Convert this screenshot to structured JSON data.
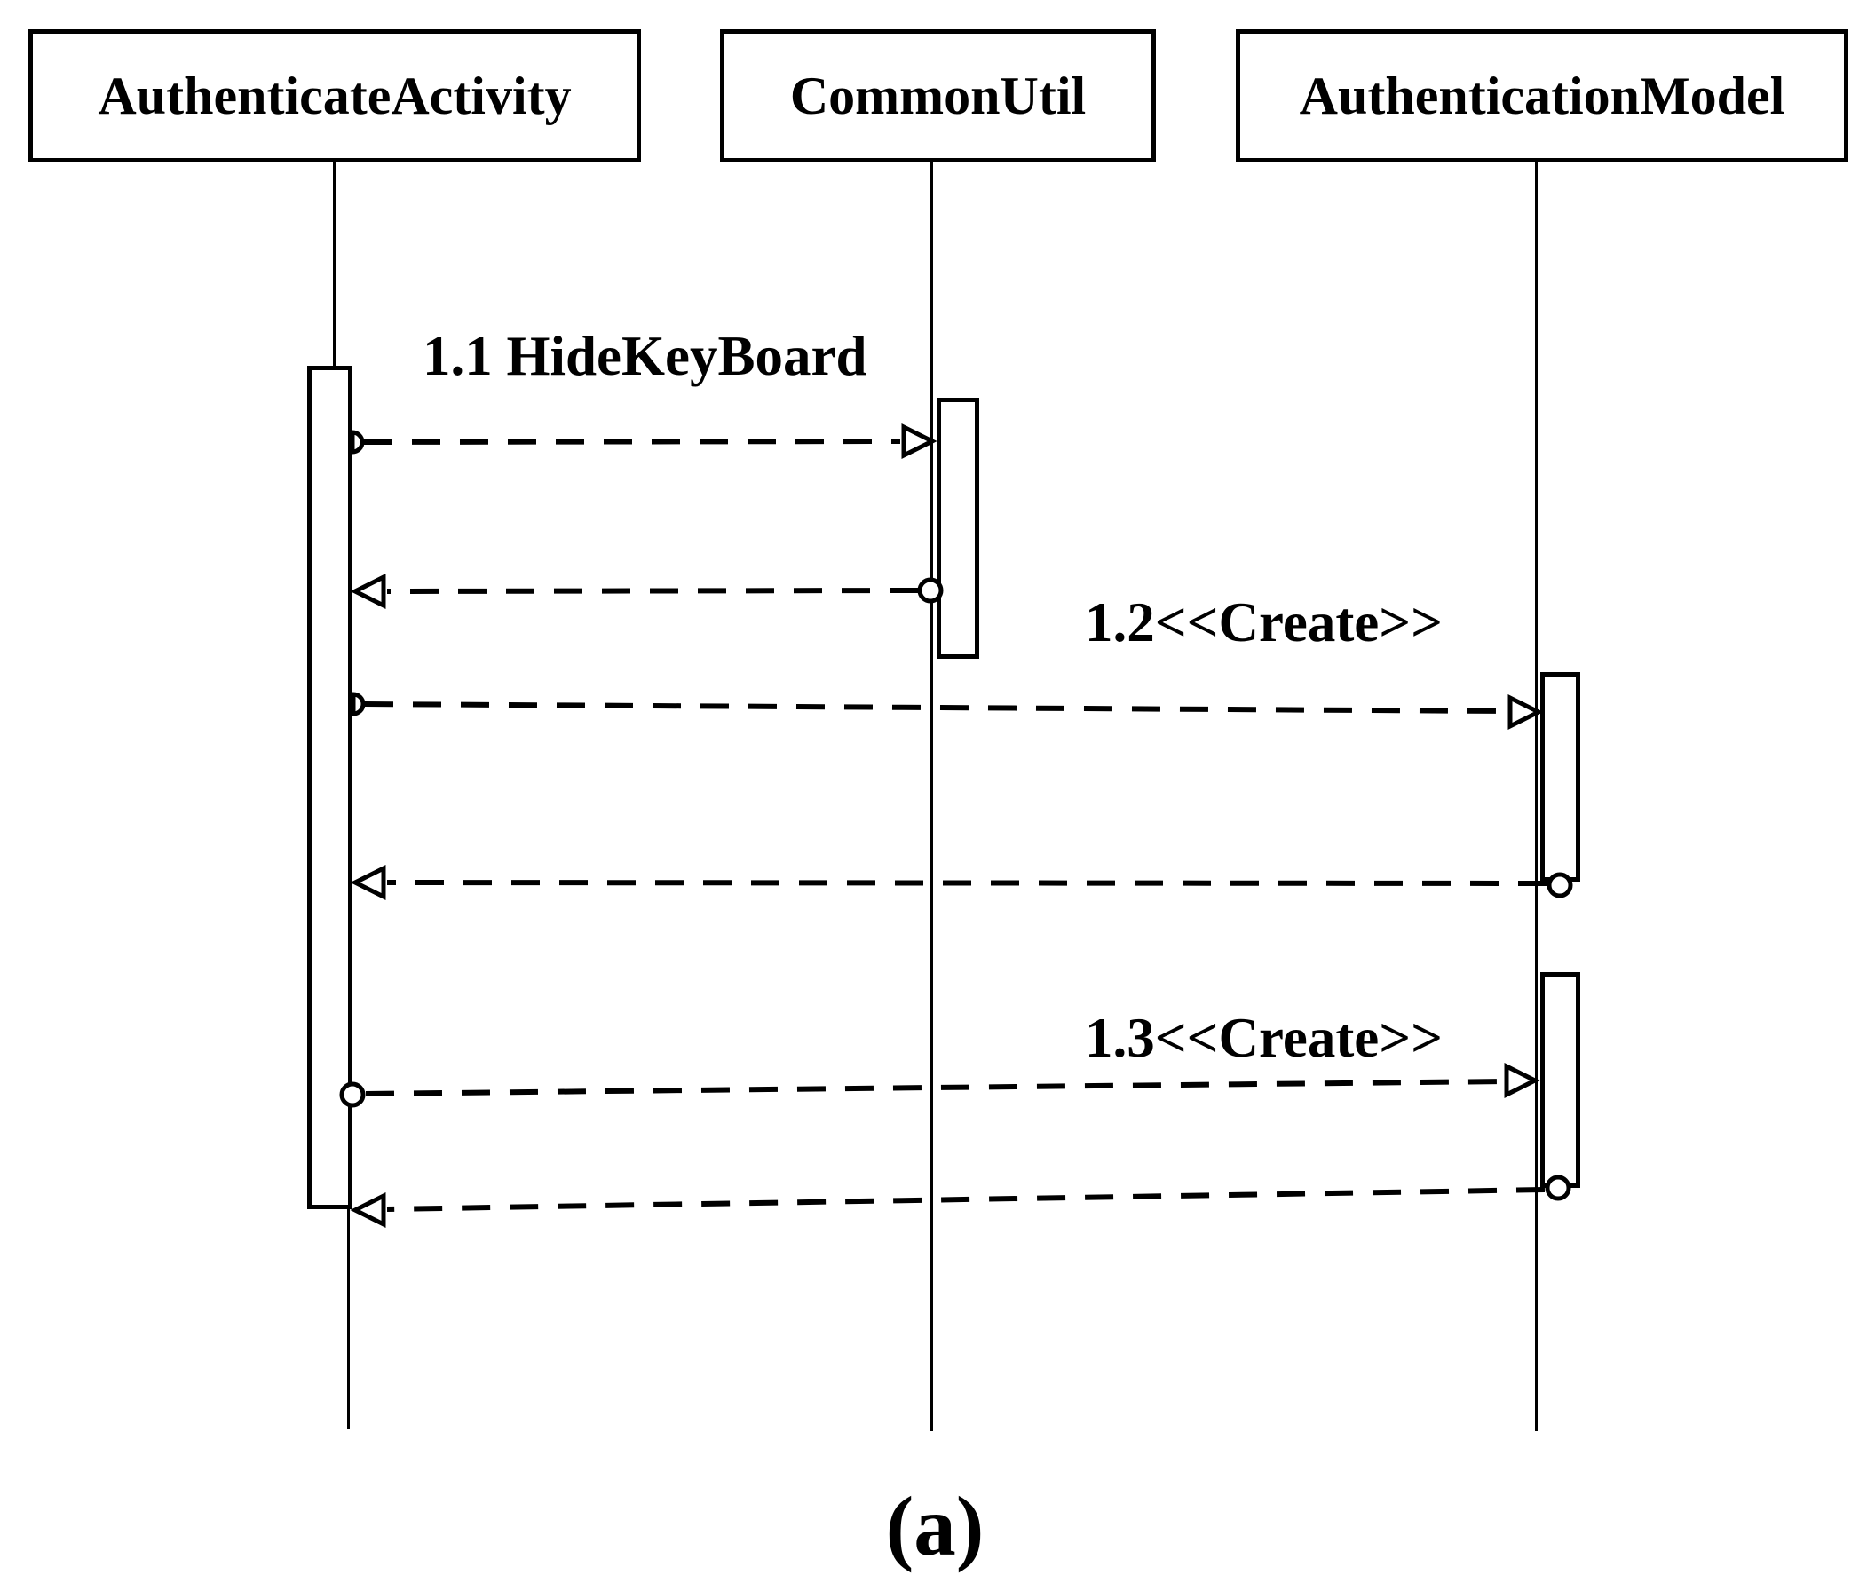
{
  "diagram": {
    "participants": [
      {
        "label": "AuthenticateActivity"
      },
      {
        "label": "CommonUtil"
      },
      {
        "label": "AuthenticationModel"
      }
    ],
    "messages": [
      {
        "label": "1.1 HideKeyBoard"
      },
      {
        "label": "1.2<<Create>>"
      },
      {
        "label": "1.3<<Create>>"
      }
    ],
    "caption": "(a)",
    "colors": {
      "line": "#000000",
      "background": "#ffffff"
    }
  }
}
